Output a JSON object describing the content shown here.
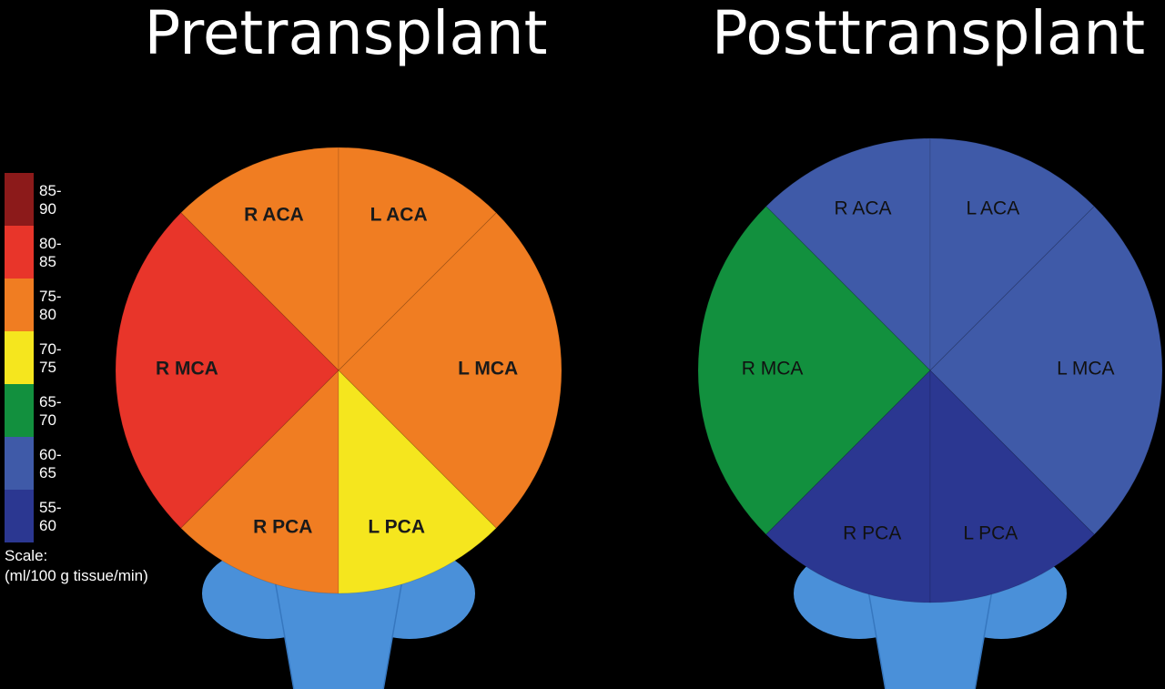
{
  "titles": {
    "pre": "Pretransplant",
    "post": "Posttransplant"
  },
  "legend": {
    "items": [
      {
        "label": "85-90",
        "color": "#8c1a1a"
      },
      {
        "label": "80-85",
        "color": "#e8352a"
      },
      {
        "label": "75-80",
        "color": "#f07d22"
      },
      {
        "label": "70-75",
        "color": "#f5e61e"
      },
      {
        "label": "65-70",
        "color": "#12903e"
      },
      {
        "label": "60-65",
        "color": "#3f5aa8"
      },
      {
        "label": "55-60",
        "color": "#2b3791"
      }
    ],
    "scale_label": "Scale:",
    "scale_units": "(ml/100 g tissue/min)"
  },
  "diagrams": {
    "pre": {
      "regions": [
        {
          "name": "R ACA",
          "range": "75-80"
        },
        {
          "name": "L ACA",
          "range": "75-80"
        },
        {
          "name": "R MCA",
          "range": "80-85"
        },
        {
          "name": "L MCA",
          "range": "75-80"
        },
        {
          "name": "R PCA",
          "range": "75-80"
        },
        {
          "name": "L PCA",
          "range": "70-75"
        }
      ]
    },
    "post": {
      "regions": [
        {
          "name": "R ACA",
          "range": "60-65"
        },
        {
          "name": "L ACA",
          "range": "60-65"
        },
        {
          "name": "R MCA",
          "range": "65-70"
        },
        {
          "name": "L MCA",
          "range": "60-65"
        },
        {
          "name": "R PCA",
          "range": "55-60"
        },
        {
          "name": "L PCA",
          "range": "55-60"
        }
      ]
    }
  },
  "brainstem_color": "#4a90d9"
}
